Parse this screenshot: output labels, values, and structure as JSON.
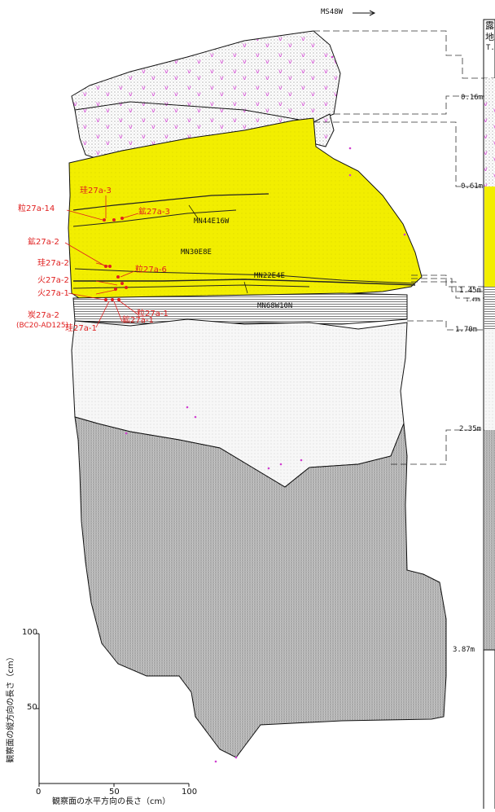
{
  "direction": {
    "label": "MS48W",
    "arrow": "⟶"
  },
  "right_column": {
    "line1": "露",
    "line2": "地",
    "line3": "T."
  },
  "depths": [
    "0.16m",
    "0.61m",
    "1.45m",
    "1.70m",
    "2.35m",
    "3.87m"
  ],
  "small_depth": "1.49m",
  "strikes": [
    "MN44E16W",
    "MN30E8E",
    "MN22E4E",
    "MN68W10N"
  ],
  "samples": {
    "s_keisou_3": "珪27a-3",
    "s_ryu_14": "粒27a-14",
    "s_kou_3": "鉱27a-3",
    "s_kou_2": "鉱27a-2",
    "s_keisou_2": "珪27a-2",
    "s_ryu_6": "粒27a-6",
    "s_hi_2": "火27a-2",
    "s_hi_1": "火27a-1",
    "s_tan_2": "炭27a-2",
    "s_tan_2_age": "(BC20-AD125)",
    "s_ryu_1": "粒27a-1",
    "s_kou_1": "鉱27a-1",
    "s_keisou_1": "珪27a-1"
  },
  "scale": {
    "y_title": "観察面の縦方向の長さ（cm）",
    "x_title": "観察面の水平方向の長さ（cm）",
    "y_ticks": [
      "100",
      "50",
      "0"
    ],
    "x_ticks": [
      "0",
      "50",
      "100"
    ]
  },
  "colors": {
    "yellow_layer": "#f2ee00",
    "sample_red": "#e02020",
    "magenta_marks": "#d040d0",
    "line": "#111111"
  }
}
